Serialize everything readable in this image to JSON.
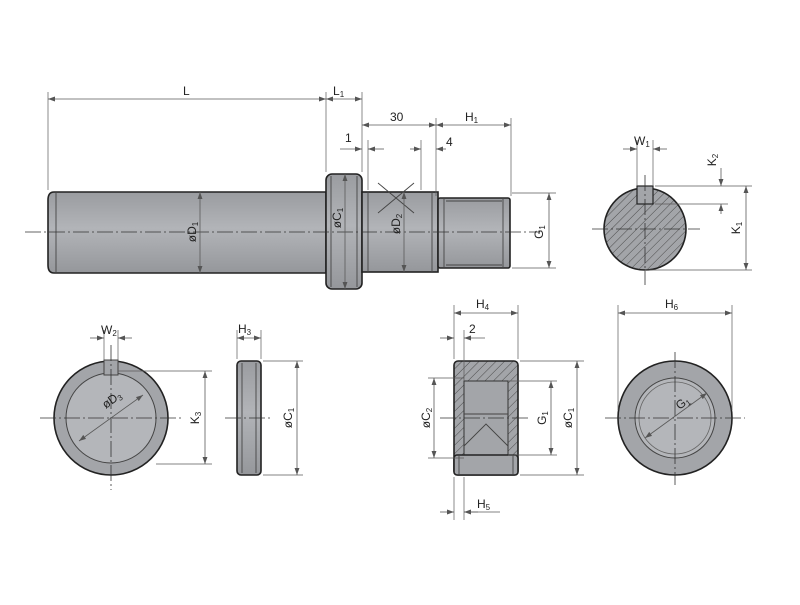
{
  "colors": {
    "body_fill": "#a3a5a9",
    "body_fill_light": "#b3b5b9",
    "body_fill_dark": "#8e9095",
    "outline": "#222222",
    "dim_line": "#5a5a5a"
  },
  "side_view": {
    "dim_L": {
      "main": "L",
      "sub": ""
    },
    "dim_L1": {
      "main": "L",
      "sub": "1"
    },
    "dim_30": {
      "main": "30",
      "sub": ""
    },
    "dim_H1": {
      "main": "H",
      "sub": "1"
    },
    "dim_1": {
      "main": "1",
      "sub": ""
    },
    "dim_4": {
      "main": "4",
      "sub": ""
    },
    "dim_D1": {
      "main": "øD",
      "sub": "1"
    },
    "dim_C1": {
      "main": "øC",
      "sub": "1"
    },
    "dim_D2": {
      "main": "øD",
      "sub": "2"
    },
    "dim_G1": {
      "main": "G",
      "sub": "1"
    }
  },
  "end_view": {
    "dim_W1": {
      "main": "W",
      "sub": "1"
    },
    "dim_K2": {
      "main": "K",
      "sub": "2"
    },
    "dim_K1": {
      "main": "K",
      "sub": "1"
    }
  },
  "washer_front": {
    "dim_W2": {
      "main": "W",
      "sub": "2"
    },
    "dim_D3": {
      "main": "øD",
      "sub": "3"
    },
    "dim_K3": {
      "main": "K",
      "sub": "3"
    }
  },
  "washer_side": {
    "dim_H3": {
      "main": "H",
      "sub": "3"
    },
    "dim_C1": {
      "main": "øC",
      "sub": "1"
    }
  },
  "nut_section": {
    "dim_H4": {
      "main": "H",
      "sub": "4"
    },
    "dim_2": {
      "main": "2",
      "sub": ""
    },
    "dim_C2": {
      "main": "øC",
      "sub": "2"
    },
    "dim_G1": {
      "main": "G",
      "sub": "1"
    },
    "dim_C1": {
      "main": "øC",
      "sub": "1"
    },
    "dim_H5": {
      "main": "H",
      "sub": "5"
    }
  },
  "nut_front": {
    "dim_H6": {
      "main": "H",
      "sub": "6"
    },
    "dim_G1": {
      "main": "G",
      "sub": "1"
    }
  }
}
